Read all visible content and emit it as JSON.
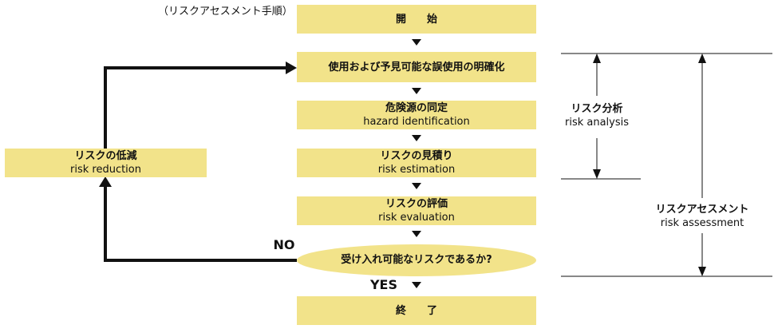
{
  "caption": "（リスクアセスメント手順）",
  "steps": {
    "start": "開　　始",
    "intended_use": "使用および予見可能な誤使用の明確化",
    "hazard_jp": "危険源の同定",
    "hazard_en": "hazard identification",
    "estimation_jp": "リスクの見積り",
    "estimation_en": "risk estimation",
    "evaluation_jp": "リスクの評価",
    "evaluation_en": "risk evaluation",
    "decision": "受け入れ可能なリスクであるか?",
    "end": "終　　了"
  },
  "branches": {
    "no": "NO",
    "yes": "YES"
  },
  "reduction": {
    "jp": "リスクの低減",
    "en": "risk reduction"
  },
  "spans": {
    "analysis_jp": "リスク分析",
    "analysis_en": "risk analysis",
    "assessment_jp": "リスクアセスメント",
    "assessment_en": "risk assessment"
  },
  "colors": {
    "box_fill": "#f2e38a",
    "line": "#111111"
  }
}
